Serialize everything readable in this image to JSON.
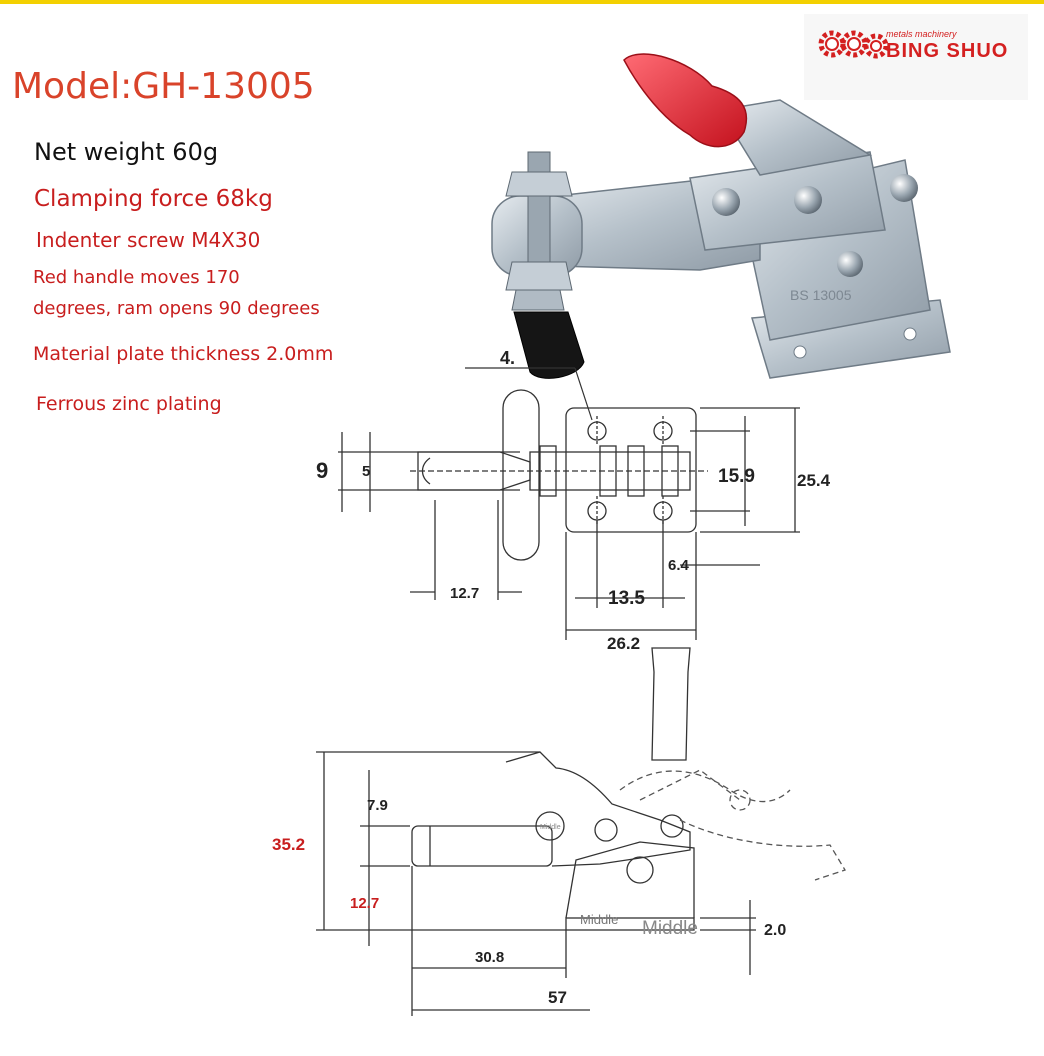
{
  "header": {
    "model": "Model:GH-13005",
    "brand_name": "BING SHUO",
    "brand_tagline": "metals machinery"
  },
  "specs": [
    {
      "text": "Net weight 60g",
      "color": "#111111"
    },
    {
      "text": "Clamping force 68kg",
      "color": "#c81e1e"
    },
    {
      "text": "Indenter screw M4X30",
      "color": "#c81e1e"
    },
    {
      "text": "Red handle moves 170",
      "color": "#c81e1e"
    },
    {
      "text": "degrees, ram opens 90 degrees",
      "color": "#c81e1e"
    },
    {
      "text": "Material plate thickness 2.0mm",
      "color": "#c81e1e"
    },
    {
      "text": "Ferrous zinc plating",
      "color": "#c81e1e"
    }
  ],
  "top_view": {
    "dims": {
      "d9": "9",
      "d5": "5",
      "d15_9": "15.9",
      "d25_4": "25.4",
      "d12_7": "12.7",
      "d6_4": "6.4",
      "d13_5": "13.5",
      "d26_2": "26.2",
      "d4": "4."
    }
  },
  "side_view": {
    "dims": {
      "d35_2": "35.2",
      "d7_9": "7.9",
      "d12_7": "12.7",
      "d30_8": "30.8",
      "d57": "57",
      "d2_0": "2.0"
    },
    "labels": {
      "middle_small": "Middle",
      "middle_large": "Middle",
      "pivot_small": "Middle"
    }
  },
  "colors": {
    "accent_red": "#c81e1e",
    "model_orange": "#d9432a",
    "top_bar": "#f3d000",
    "handle_red": "#d8232e",
    "steel": "#b9c3cc"
  }
}
